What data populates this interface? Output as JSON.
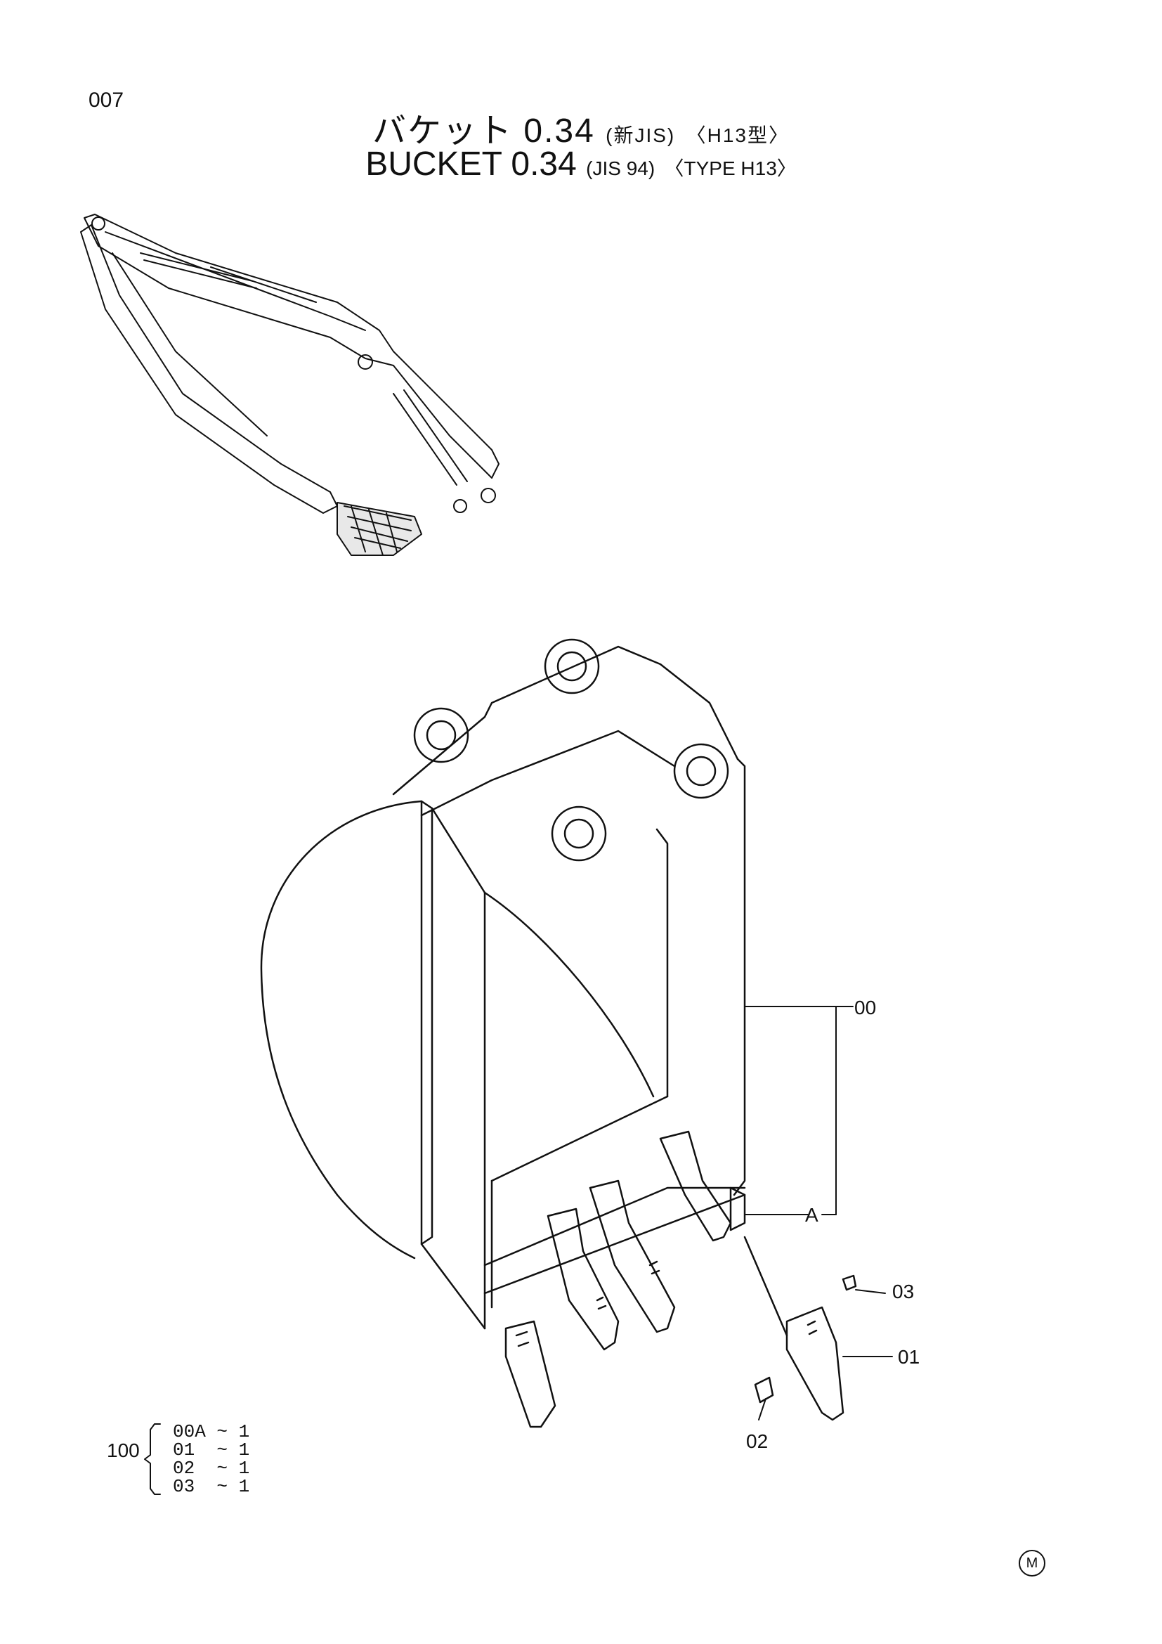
{
  "page_number": "007",
  "title_jp": {
    "main": "バケット 0.34",
    "standard": "(新JIS)",
    "type": "〈H13型〉"
  },
  "title_en": {
    "main": "BUCKET 0.34",
    "standard": "(JIS 94)",
    "type": "〈TYPE H13〉"
  },
  "callouts": {
    "c00": "00",
    "cA": "A",
    "c03": "03",
    "c01": "01",
    "c02": "02"
  },
  "kit": {
    "number": "100",
    "rows": [
      "00A ~ 1",
      "01  ~ 1",
      "02  ~ 1",
      "03  ~ 1"
    ]
  },
  "mark": "M"
}
